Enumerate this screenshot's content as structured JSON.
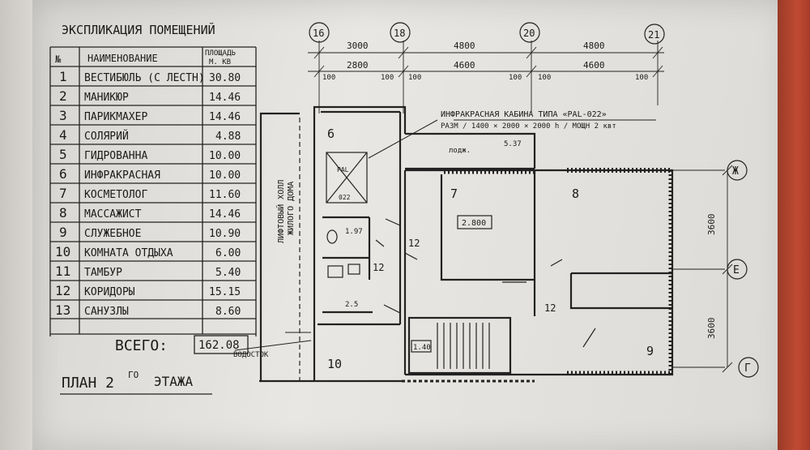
{
  "legend": {
    "title": "ЭКСПЛИКАЦИЯ ПОМЕЩЕНИЙ",
    "col_num": "№",
    "col_name": "НАИМЕНОВАНИЕ",
    "col_area_1": "ПЛОЩАДЬ",
    "col_area_2": "М. КВ",
    "rows": [
      {
        "n": "1",
        "name": "ВЕСТИБЮЛЬ (С ЛЕСТН)",
        "area": "30.80"
      },
      {
        "n": "2",
        "name": "МАНИКЮР",
        "area": "14.46"
      },
      {
        "n": "3",
        "name": "ПАРИКМАХЕР",
        "area": "14.46"
      },
      {
        "n": "4",
        "name": "СОЛЯРИЙ",
        "area": "4.88"
      },
      {
        "n": "5",
        "name": "ГИДРОВАННА",
        "area": "10.00"
      },
      {
        "n": "6",
        "name": "ИНФРАКРАСНАЯ",
        "area": "10.00"
      },
      {
        "n": "7",
        "name": "КОСМЕТОЛОГ",
        "area": "11.60"
      },
      {
        "n": "8",
        "name": "МАССАЖИСТ",
        "area": "14.46"
      },
      {
        "n": "9",
        "name": "СЛУЖЕБНОЕ",
        "area": "10.90"
      },
      {
        "n": "10",
        "name": "КОМНАТА ОТДЫХА",
        "area": "6.00"
      },
      {
        "n": "11",
        "name": "ТАМБУР",
        "area": "5.40"
      },
      {
        "n": "12",
        "name": "КОРИДОРЫ",
        "area": "15.15"
      },
      {
        "n": "13",
        "name": "САНУЗЛЫ",
        "area": "8.60"
      }
    ],
    "total_label": "ВСЕГО:",
    "total_value": "162.08"
  },
  "plan_title": "ПЛАН 2ГО ЭТАЖА",
  "plan_title_main": "ПЛАН 2",
  "plan_title_sup": "ГО",
  "plan_title_end": "ЭТАЖА",
  "axes": {
    "top": [
      "16",
      "18",
      "20",
      "21"
    ],
    "right": [
      "Ж",
      "Е",
      "Г"
    ]
  },
  "dimensions": {
    "top_outer": [
      "3000",
      "4800",
      "4800"
    ],
    "top_inner": [
      "2800",
      "4600",
      "4600"
    ],
    "offsets": [
      "100",
      "100",
      "100",
      "100",
      "100",
      "100"
    ],
    "right": [
      "3600",
      "3600"
    ]
  },
  "annotations": {
    "cabin_line1": "ИНФРАКРАСНАЯ КАБИНА ТИПА «PAL-022»",
    "cabin_line2": "РАЗМ / 1400 × 2000 × 2000 h /   МОЩН 2 квт",
    "loggia": "лодж.",
    "loggia_area": "5.37",
    "lift_hall_1": "ЛИФТОВЫЙ ХОЛЛ",
    "lift_hall_2": "ЖИЛОГО ДОМА",
    "downpipe": "ВОДОСТОК",
    "pal": "PAL",
    "pal_num": "022",
    "height_box": "2.800",
    "stair_mark": "1.40",
    "dim_197": "1.97",
    "dim_25": "2.5"
  },
  "room_labels": {
    "r6": "6",
    "r7": "7",
    "r8": "8",
    "r9": "9",
    "r10": "10",
    "r12a": "12",
    "r12b": "12",
    "r12c": "12"
  }
}
